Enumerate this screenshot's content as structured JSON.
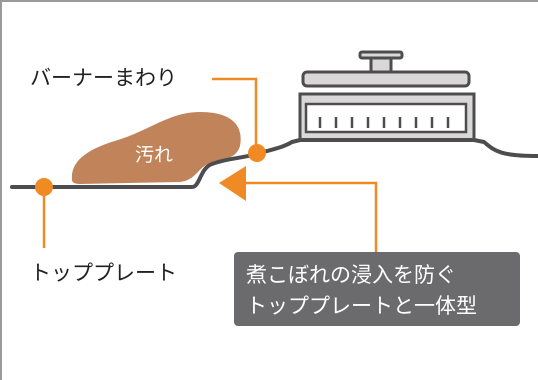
{
  "labels": {
    "burner_area": "バーナーまわり",
    "dirt": "汚れ",
    "top_plate": "トッププレート"
  },
  "callout": {
    "line1": "煮こぼれの浸入を防ぐ",
    "line2": "トッププレートと一体型"
  },
  "colors": {
    "accent": "#f08a24",
    "dirt": "#c1835a",
    "outline": "#4d4d4f",
    "burner_fill": "#d9d7d7",
    "callout_bg": "#6b6b6d"
  }
}
